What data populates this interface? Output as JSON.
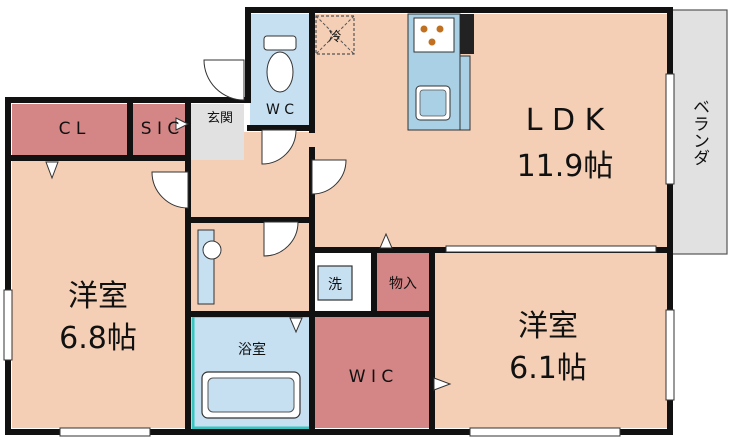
{
  "rooms": {
    "ldk": {
      "label": "L D K",
      "size": "11.9帖"
    },
    "western1": {
      "label": "洋室",
      "size": "6.8帖"
    },
    "western2": {
      "label": "洋室",
      "size": "6.1帖"
    },
    "wic": {
      "label": "W I C"
    },
    "cl": {
      "label": "C L"
    },
    "sic": {
      "label": "S I C"
    },
    "entrance": {
      "label": "玄関"
    },
    "wc": {
      "label": "W C"
    },
    "bath": {
      "label": "浴室"
    },
    "wash": {
      "label": "洗"
    },
    "storage": {
      "label": "物入"
    },
    "fridge": {
      "label": "冷"
    },
    "veranda": {
      "label": "ベランダ"
    }
  },
  "colors": {
    "floor": "#f4cfb5",
    "closet": "#d48585",
    "wet": "#c6dff1",
    "bath_border": "#38c4bf",
    "veranda": "#e1e1e1",
    "entrance": "#e1e1e1",
    "kitchen": "#a9d0e4",
    "wall": "#111111"
  }
}
